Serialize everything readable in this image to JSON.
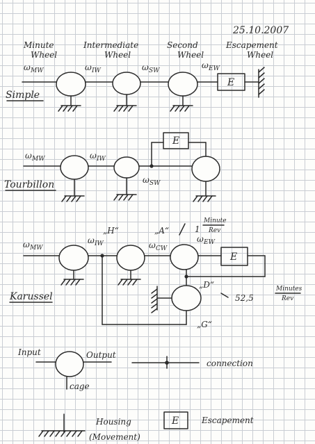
{
  "date": "25.10.2007",
  "columns": {
    "minute": [
      "Minute",
      "Wheel"
    ],
    "intermediate": [
      "Intermediate",
      "Wheel"
    ],
    "second": [
      "Second",
      "Wheel"
    ],
    "escapement": [
      "Escapement",
      "Wheel"
    ]
  },
  "sections": {
    "simple": "Simple",
    "tourbillon": "Tourbillon",
    "karussel": "Karussel"
  },
  "symbols": {
    "omega_mw": "ω",
    "sub_mw": "MW",
    "sub_iw": "IW",
    "sub_sw": "SW",
    "sub_ew": "EW",
    "sub_cw": "CW"
  },
  "escapement_box": "E",
  "karussel_notes": {
    "h": "„H“",
    "a": "„A“",
    "d": "„D“",
    "g": "„G“",
    "ratio_a": "1",
    "ratio_a_unit_top": "Minute",
    "ratio_a_unit_bottom": "Rev",
    "ratio_d": "52,5",
    "ratio_d_unit_top": "Minutes",
    "ratio_d_unit_bottom": "Rev"
  },
  "legend": {
    "input": "Input",
    "output": "Output",
    "cage": "cage",
    "connection": "connection",
    "housing": "Housing",
    "movement": "(Movement)",
    "escapement_symbol": "E",
    "escapement": "Escapement"
  }
}
